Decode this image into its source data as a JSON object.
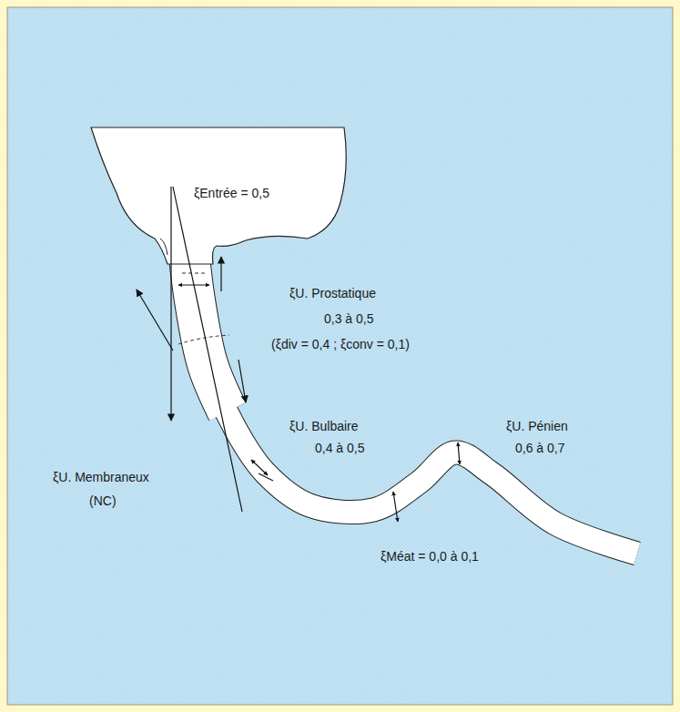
{
  "diagram": {
    "labels": [
      "ξEntrée = 0,5",
      "ξU. Prostatique",
      "0,3 à 0,5",
      "(ξdiv = 0,4 ; ξconv = 0,1)",
      "ξU. Bulbaire",
      "0,4 à 0,5",
      "ξU. Pénien",
      "0,6 à 0,7",
      "ξU. Membraneux",
      "(NC)",
      "ξMéat = 0,0 à 0,1"
    ]
  }
}
